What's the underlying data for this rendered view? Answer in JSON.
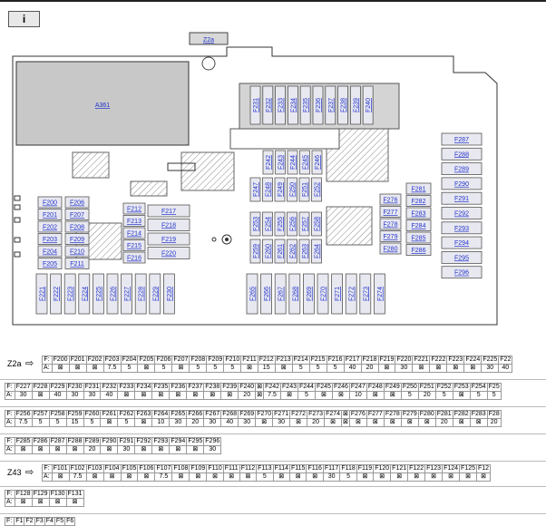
{
  "toolbar": {
    "info_label": "i"
  },
  "diagram": {
    "z2a_tag": "Z2a",
    "a361": "A361",
    "left_a": [
      "F200",
      "F201",
      "F202",
      "F203",
      "F204",
      "F205"
    ],
    "left_b": [
      "F206",
      "F207",
      "F208",
      "F209",
      "F210",
      "F211"
    ],
    "mid_small": [
      "F212",
      "F213",
      "F214",
      "F215",
      "F216"
    ],
    "mid_wide": [
      "F217",
      "F218",
      "F219",
      "F220"
    ],
    "top_row": [
      "F231",
      "F232",
      "F233",
      "F234",
      "F235",
      "F236",
      "F237",
      "F238",
      "F239",
      "F240"
    ],
    "center_top": [
      "F242",
      "F243",
      "F244",
      "F245",
      "F246"
    ],
    "center_mid": [
      "F247",
      "F248",
      "F249",
      "F250",
      "F251",
      "F252"
    ],
    "center_b1": [
      "F253",
      "F254",
      "F255",
      "F256",
      "F257",
      "F258"
    ],
    "center_b2": [
      "F259",
      "F260",
      "F261",
      "F262",
      "F263",
      "F264"
    ],
    "right_small_a": [
      "F276",
      "F277",
      "F278",
      "F279",
      "F280"
    ],
    "right_small_b": [
      "F281",
      "F282",
      "F283",
      "F284",
      "F285",
      "F286"
    ],
    "right_col": [
      "F287",
      "F288",
      "F289",
      "F290",
      "F291",
      "F292",
      "F293",
      "F294",
      "F295",
      "F296"
    ],
    "bottom_left": [
      "F221",
      "F222",
      "F223",
      "F224",
      "F225",
      "F226",
      "F227",
      "F228",
      "F229",
      "F230"
    ],
    "bottom_right": [
      "F265",
      "F266",
      "F267",
      "F268",
      "F269",
      "F270",
      "F271",
      "F272",
      "F273",
      "F274"
    ]
  },
  "tables": {
    "z2a_label": "Z2a",
    "z43_label": "Z43",
    "f_label": "F:",
    "a_label": "A:",
    "x_mark": "⊠",
    "rows": [
      {
        "f": [
          "F200",
          "F201",
          "F202",
          "F203",
          "F204",
          "F205",
          "F206",
          "F207",
          "F208",
          "F209",
          "F210",
          "F211",
          "F212",
          "F213",
          "F214",
          "F215",
          "F216",
          "F217",
          "F218",
          "F219",
          "F220",
          "F221",
          "F222",
          "F223",
          "F224",
          "F225",
          "F22"
        ],
        "a": [
          "⊠",
          "⊠",
          "⊠",
          "7.5",
          "5",
          "⊠",
          "5",
          "⊠",
          "5",
          "5",
          "5",
          "⊠",
          "15",
          "⊠",
          "5",
          "5",
          "5",
          "40",
          "20",
          "⊠",
          "30",
          "⊠",
          "⊠",
          "⊠",
          "⊠",
          "30",
          "40"
        ]
      },
      {
        "f": [
          "F227",
          "F228",
          "F229",
          "F230",
          "F231",
          "F232",
          "F233",
          "F234",
          "F235",
          "F236",
          "F237",
          "F238",
          "F239",
          "F240",
          "⊠",
          "F242",
          "F243",
          "F244",
          "F245",
          "F246",
          "F247",
          "F248",
          "F249",
          "F250",
          "F251",
          "F252",
          "F253",
          "F254",
          "F25"
        ],
        "a": [
          "30",
          "⊠",
          "40",
          "30",
          "30",
          "40",
          "⊠",
          "⊠",
          "⊠",
          "⊠",
          "⊠",
          "⊠",
          "⊠",
          "20",
          "⊠",
          "7.5",
          "⊠",
          "5",
          "⊠",
          "⊠",
          "10",
          "⊠",
          "⊠",
          "5",
          "20",
          "5",
          "⊠",
          "5",
          "5"
        ]
      },
      {
        "f": [
          "F256",
          "F257",
          "F258",
          "F259",
          "F260",
          "F261",
          "F262",
          "F263",
          "F264",
          "F265",
          "F266",
          "F267",
          "F268",
          "F269",
          "F270",
          "F271",
          "F272",
          "F273",
          "F274",
          "⊠",
          "F276",
          "F277",
          "F278",
          "F279",
          "F280",
          "F281",
          "F282",
          "F283",
          "F28"
        ],
        "a": [
          "7.5",
          "5",
          "5",
          "15",
          "5",
          "⊠",
          "5",
          "⊠",
          "10",
          "30",
          "20",
          "30",
          "40",
          "30",
          "⊠",
          "30",
          "⊠",
          "20",
          "⊠",
          "⊠",
          "⊠",
          "⊠",
          "⊠",
          "⊠",
          "⊠",
          "20",
          "⊠",
          "⊠",
          "20"
        ]
      },
      {
        "f": [
          "F285",
          "F286",
          "F287",
          "F288",
          "F289",
          "F290",
          "F291",
          "F292",
          "F293",
          "F294",
          "F295",
          "F296"
        ],
        "a": [
          "⊠",
          "⊠",
          "⊠",
          "⊠",
          "20",
          "⊠",
          "30",
          "⊠",
          "⊠",
          "⊠",
          "⊠",
          "30"
        ]
      },
      {
        "f": [
          "F101",
          "F102",
          "F103",
          "F104",
          "F105",
          "F106",
          "F107",
          "F108",
          "F109",
          "F110",
          "F111",
          "F112",
          "F113",
          "F114",
          "F115",
          "F116",
          "F117",
          "F118",
          "F119",
          "F120",
          "F121",
          "F122",
          "F123",
          "F124",
          "F125",
          "F12"
        ],
        "a": [
          "⊠",
          "7.5",
          "⊠",
          "⊠",
          "⊠",
          "⊠",
          "7.5",
          "⊠",
          "⊠",
          "⊠",
          "⊠",
          "⊠",
          "5",
          "⊠",
          "⊠",
          "⊠",
          "30",
          "5",
          "⊠",
          "⊠",
          "⊠",
          "⊠",
          "⊠",
          "⊠",
          "⊠",
          "⊠"
        ]
      },
      {
        "f": [
          "F128",
          "F129",
          "F130",
          "F131"
        ],
        "a": [
          "⊠",
          "⊠",
          "⊠",
          "⊠"
        ]
      },
      {
        "f": [
          "F1",
          "F2",
          "F3",
          "F4",
          "F5",
          "F6"
        ],
        "a": []
      }
    ]
  }
}
